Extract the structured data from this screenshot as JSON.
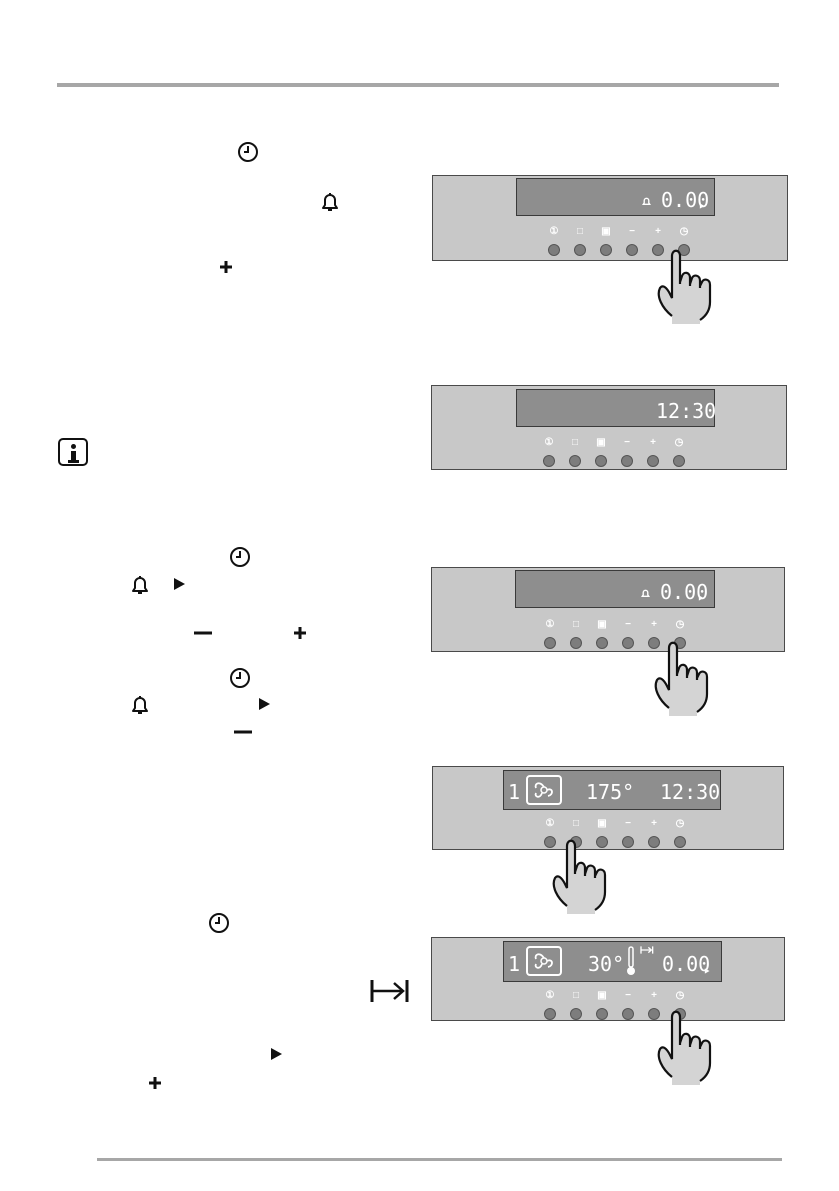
{
  "panels": [
    {
      "display_left": "",
      "display_temp": "",
      "display_right": "0.00",
      "bell": true
    },
    {
      "display_left": "",
      "display_temp": "",
      "display_right": "12:30",
      "bell": false
    },
    {
      "display_left": "",
      "display_temp": "",
      "display_right": "0.00",
      "bell": true
    },
    {
      "display_left": "1",
      "display_temp": "175°",
      "display_right": "12:30",
      "bell": false
    },
    {
      "display_left": "1",
      "display_temp": "30°",
      "display_right": "0.00",
      "bell": false
    }
  ],
  "button_labels": [
    "①",
    "□",
    "▣",
    "−",
    "+",
    "◷"
  ],
  "icons": [
    "clock-icon",
    "bell-icon",
    "plus-icon",
    "minus-icon",
    "play-icon",
    "info-icon",
    "end-time-icon",
    "hand-press-icon",
    "fan-heating-icon",
    "thermometer-icon"
  ],
  "colors": {
    "panel": "#c8c8c8",
    "display": "#8e8e8e",
    "rule": "#a7a7a7",
    "button": "#7d7d7d"
  }
}
